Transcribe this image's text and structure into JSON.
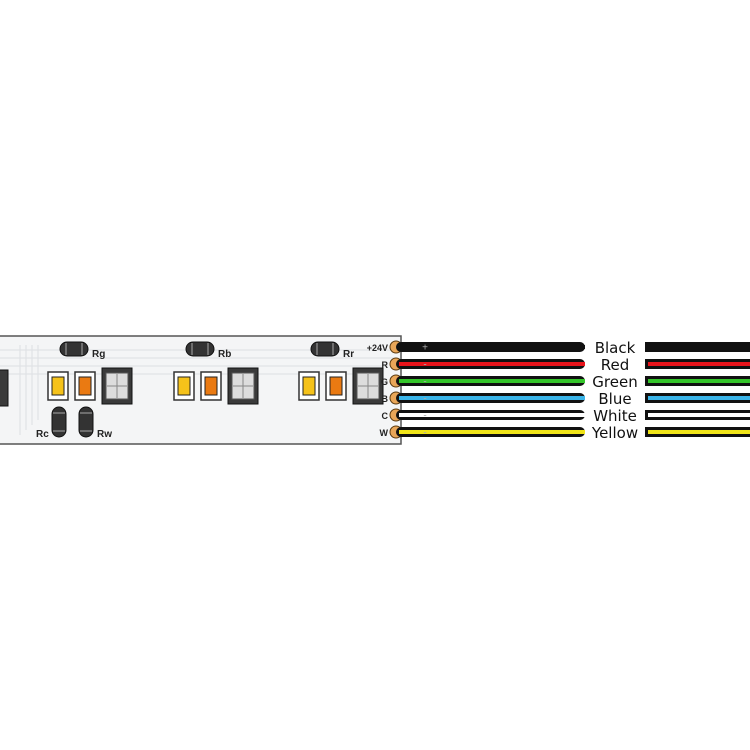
{
  "strip": {
    "resistors_horizontal": [
      {
        "label": "Rg"
      },
      {
        "label": "Rb"
      },
      {
        "label": "Rr"
      }
    ],
    "resistors_vertical": [
      {
        "label": "Rc"
      },
      {
        "label": "Rw"
      }
    ],
    "led_colors": {
      "warm": "#f5c21a",
      "amber": "#ea7a12",
      "rgb_body": "#3a3a3a"
    }
  },
  "wires": [
    {
      "pad": "+24V",
      "name": "Black",
      "color": "#111111",
      "marker": "+"
    },
    {
      "pad": "R",
      "name": "Red",
      "color": "#e8141b",
      "marker": "-"
    },
    {
      "pad": "G",
      "name": "Green",
      "color": "#34c52a",
      "marker": "-"
    },
    {
      "pad": "B",
      "name": "Blue",
      "color": "#3ab4e8",
      "marker": "-"
    },
    {
      "pad": "C",
      "name": "White",
      "color": "#ffffff",
      "marker": "-"
    },
    {
      "pad": "W",
      "name": "Yellow",
      "color": "#f0e418",
      "marker": "-"
    }
  ]
}
